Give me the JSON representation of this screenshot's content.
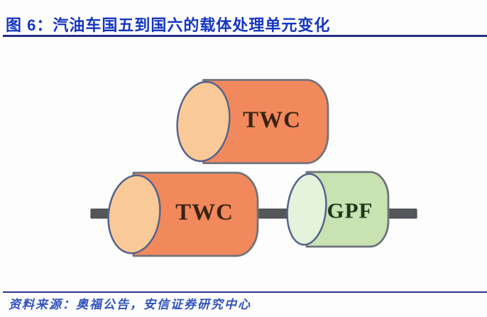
{
  "header": {
    "figure_title": "图 6：汽油车国五到国六的载体处理单元变化"
  },
  "diagram": {
    "guo5_row": {
      "units": [
        {
          "label": "TWC"
        }
      ]
    },
    "guo6_row": {
      "units": [
        {
          "label": "TWC"
        },
        {
          "label": "GPF"
        }
      ]
    }
  },
  "footer": {
    "source_text": "资料来源：奥福公告，安信证券研究中心"
  },
  "colors": {
    "title_blue": "#1536c0",
    "rule_navy": "#262e85",
    "source_blue": "#3152bc",
    "twc_body": "#f2895c",
    "twc_face": "#f9c997",
    "twc_label": "#3b2412",
    "gpf_body": "#c8e2b2",
    "gpf_face": "#e5f2dc",
    "gpf_label": "#20361a",
    "pipe_gray": "#54565a",
    "pipe_edge": "#3e4045",
    "body_outline": "#6f747b",
    "face_outline": "#55628c"
  }
}
